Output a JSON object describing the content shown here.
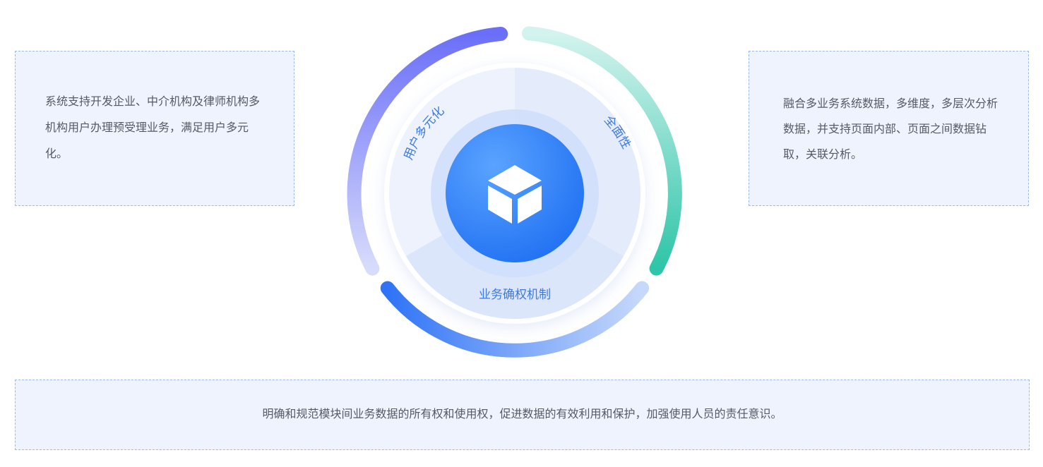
{
  "left_card": {
    "text": "系统支持开发企业、中介机构及律师机构多机构用户办理预受理业务，满足用户多元化。"
  },
  "right_card": {
    "text": "融合多业务系统数据，多维度，多层次分析数据，并支持页面内部、页面之间数据钻取，关联分析。"
  },
  "bottom_card": {
    "text": "明确和规范模块间业务数据的所有权和使用权，促进数据的有效利用和保护，加强使用人员的责任意识。"
  },
  "diagram": {
    "segments": [
      "用户多元化",
      "全面性",
      "业务确权机制"
    ],
    "center_icon": "cube-icon"
  },
  "colors": {
    "arc_left": [
      "#6b6ff8",
      "#d8dcfb"
    ],
    "arc_right": [
      "#d3f3ee",
      "#2ec5a8"
    ],
    "arc_bottom": [
      "#2f74f6",
      "#c7d9fb"
    ],
    "center_blue": "#2b83fb",
    "label_blue": "#3f7ae0",
    "card_bg": "#eef3fd",
    "card_border": "#9cbbe6"
  }
}
